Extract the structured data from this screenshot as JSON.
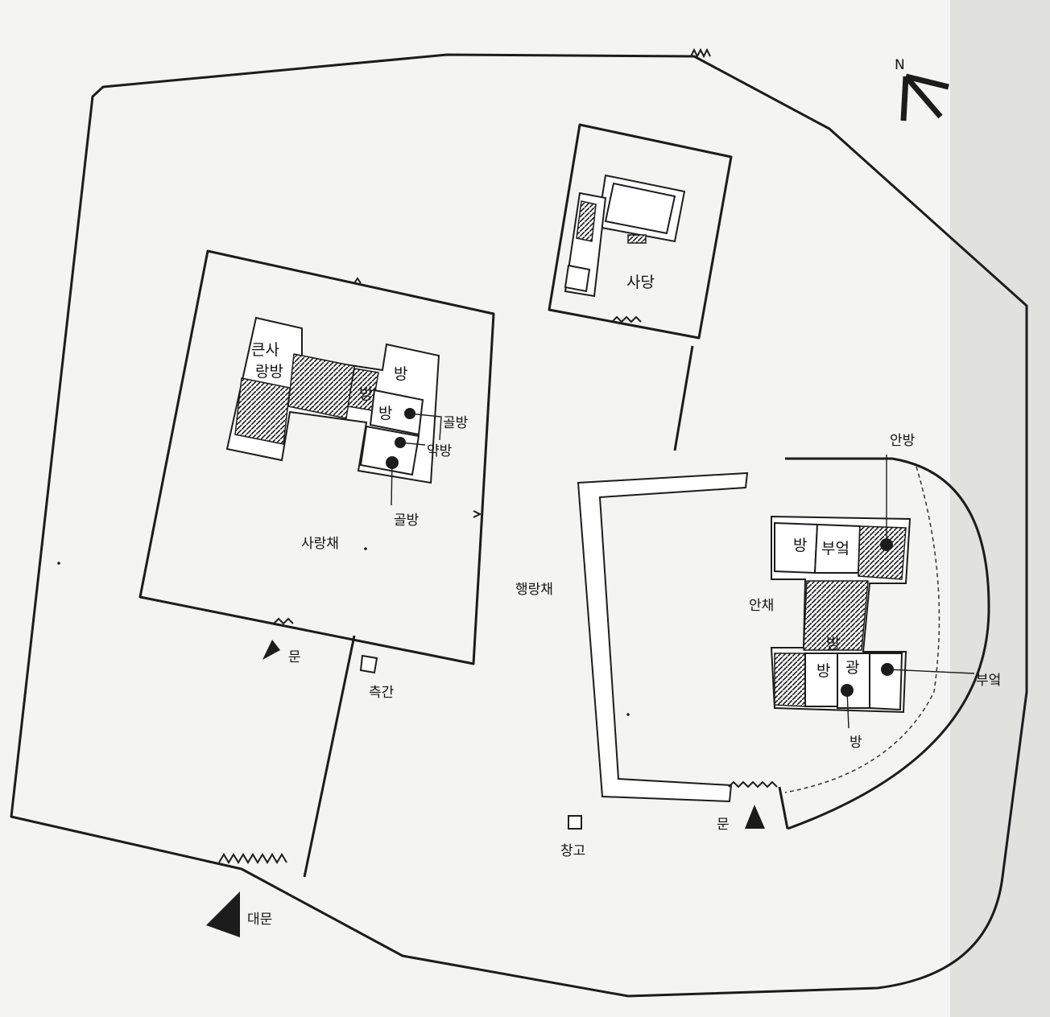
{
  "north_mark": "N",
  "labels": {
    "sadang": "사당",
    "sarangchae": "사랑채",
    "keun_sarangbang_1": "큰사",
    "keun_sarangbang_2": "랑방",
    "sarang_bang_top": "방",
    "sarang_bang_mid": "방",
    "sarang_bang_low": "방",
    "golbang_1": "골방",
    "yakbang": "약방",
    "golbang_2": "골방",
    "haengrangchae": "행랑채",
    "anchae": "안채",
    "anbang": "안방",
    "an_bang_left": "방",
    "an_bueok_top": "부엌",
    "an_bang_mid": "방",
    "an_bang_low": "방",
    "an_gwang": "광",
    "an_bueok_right": "부엌",
    "an_bang_bottom": "방",
    "gate_sarang": "문",
    "cheukgan": "측간",
    "gate_an": "문",
    "changgo": "창고",
    "daemun": "대문"
  },
  "colors": {
    "ink": "#1c1c1c",
    "paper": "#f4f4f2"
  }
}
